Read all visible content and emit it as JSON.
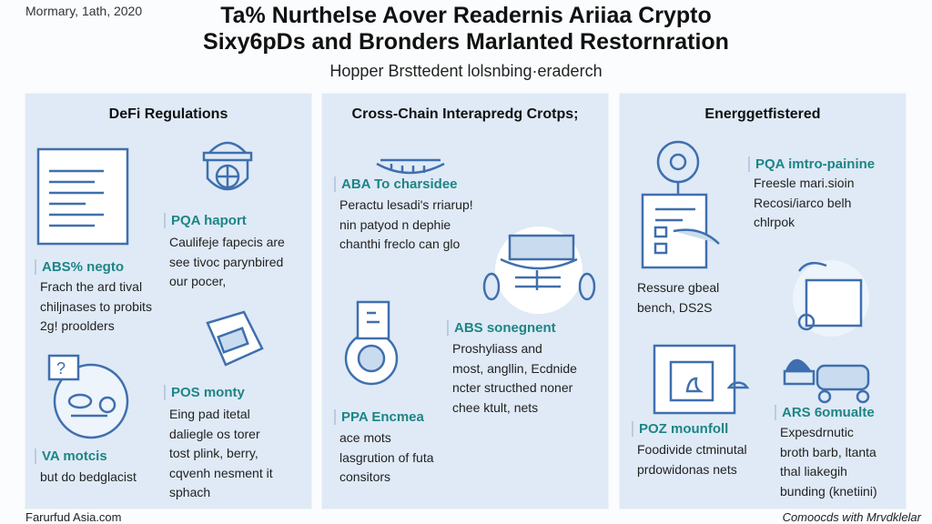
{
  "header": {
    "date": "Mormary, 1ath, 2020",
    "title_line1": "Ta% Nurthelse Aover Readernis Ariiaa Crypto",
    "title_line2": "Sixy6pDs and Bronders Marlanted Restornration",
    "subtitle": "Hopper Brsttedent lolsnbing·eraderch"
  },
  "panels": [
    {
      "title": "DeFi Regulations",
      "items": [
        {
          "heading": "PQA haport",
          "body": [
            "Caulifeje fapecis are",
            "see tivoc parynbired",
            "our pocer,"
          ]
        },
        {
          "heading": "ABS% negto",
          "body": [
            "Frach the ard tival",
            "chiljnases to probits",
            "2g! proolders"
          ]
        },
        {
          "heading": "POS monty",
          "body": [
            "Eing pad itetal",
            "daliegle os torer",
            "tost plink, berry,",
            "cqvenh nesment it",
            "sphach"
          ]
        },
        {
          "heading": "VA motcis",
          "body": [
            "but do bedglacist"
          ]
        }
      ]
    },
    {
      "title": "Cross-Chain Interapredg Crotps;",
      "items": [
        {
          "heading": "ABA To charsidee",
          "body": [
            "Peractu lesadi's rriarup!",
            "nin patyod n dephie",
            "chanthi freclo can glo"
          ]
        },
        {
          "heading": "ABS sonegnent",
          "body": [
            "Proshyliass and",
            "most, angllin, Ecdnide",
            "ncter structhed noner",
            "chee ktult, nets"
          ]
        },
        {
          "heading": "PPA Encmea",
          "body": [
            "ace mots",
            "lasgrution of futa",
            "consitors"
          ]
        }
      ]
    },
    {
      "title": "Energgetfistered",
      "items": [
        {
          "heading": "PQA imtro-painine",
          "body": [
            "Freesle mari.sioin",
            "Recosi/iarco belh",
            "chlrpok"
          ]
        },
        {
          "heading": "",
          "body": [
            "Ressure gbeal",
            "bench, DS2S"
          ]
        },
        {
          "heading": "ARS 6omualte",
          "body": [
            "Expesdrnutic",
            "broth barb, ltanta",
            "thal liakegih",
            "bunding (knetiini)"
          ]
        },
        {
          "heading": "POZ mounfoll",
          "body": [
            "Foodivide ctminutal",
            "prdowidonas nets"
          ]
        }
      ]
    }
  ],
  "footer": {
    "left": "Farurfud Asia.com",
    "right": "Comoocds with Mrvdklelar"
  },
  "colors": {
    "accent": "#1d8585",
    "panel": "#dfeaf6",
    "icon": "#3f6fae"
  }
}
